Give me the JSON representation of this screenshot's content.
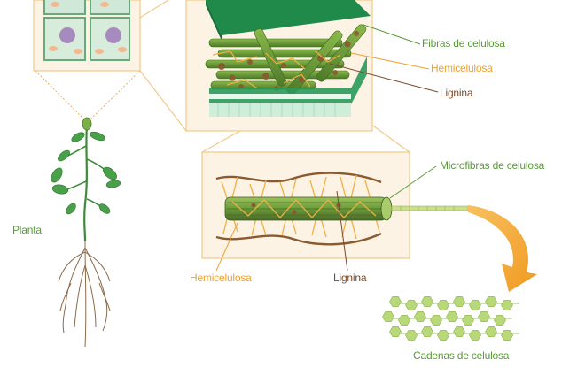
{
  "labels": {
    "fibras": "Fibras de celulosa",
    "hemicelulosa_top": "Hemicelulosa",
    "lignina_top": "Lignina",
    "microfibras": "Microfibras de celulosa",
    "planta": "Planta",
    "hemicelulosa_bottom": "Hemicelulosa",
    "lignina_bottom": "Lignina",
    "cadenas": "Cadenas de celulosa"
  },
  "colors": {
    "green_label": "#5a9a3a",
    "orange_label": "#f0a030",
    "brown_label": "#7a4a2a",
    "box_border": "#f2c98a",
    "dotted_line": "#e0b070",
    "fiber_green": "#6a9a3a",
    "sheet_green": "#1f8a4a",
    "lignin_brown": "#8a5a30",
    "hemicellulose_orange": "#f0b040",
    "hexagon_green": "#b8d87a",
    "arrow_orange": "#f4a52a"
  }
}
